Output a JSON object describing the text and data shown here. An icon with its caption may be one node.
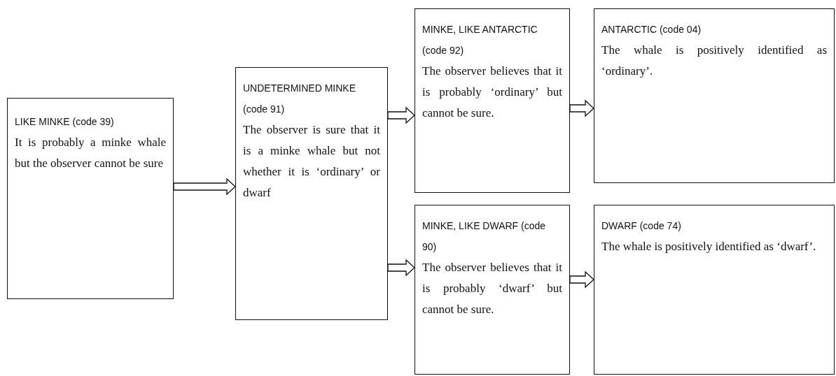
{
  "diagram": {
    "nodes": [
      {
        "text": [
          "LIKE MINKE (code 39)",
          "It is probably a minke whale but the observer cannot be sure"
        ]
      },
      {
        "text": [
          "UNDETERMINED MINKE (code 91)",
          "The observer is sure that it is a minke whale but not whether it is ‘ordinary’ or dwarf"
        ]
      },
      {
        "text": [
          "MINKE, LIKE ANTARCTIC (code 92)",
          "The observer believes that it is probably ‘ordinary’ but cannot be sure."
        ]
      },
      {
        "text": [
          "MINKE, LIKE DWARF (code 90)",
          "The observer believes that it is probably ‘dwarf’ but cannot be sure."
        ]
      },
      {
        "text": [
          "ANTARCTIC (code 04)",
          "The whale is positively identified as ‘ordinary’."
        ]
      },
      {
        "text": [
          "DWARF (code 74)",
          "The whale is positively identified as ‘dwarf’."
        ]
      }
    ],
    "edges": [
      {
        "from": 0,
        "to": 1,
        "arrow": "to"
      },
      {
        "from": 1,
        "to": 2,
        "arrow": "to"
      },
      {
        "from": 1,
        "to": 3,
        "arrow": "to"
      },
      {
        "from": 2,
        "to": 4,
        "arrow": "to"
      },
      {
        "from": 3,
        "to": 5,
        "arrow": "to"
      }
    ]
  }
}
